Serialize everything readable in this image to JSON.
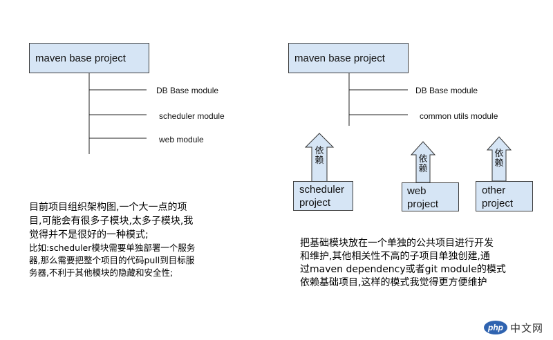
{
  "left_diagram": {
    "root": "maven base project",
    "modules": [
      "DB Base module",
      "scheduler module",
      "web module"
    ]
  },
  "right_diagram": {
    "root": "maven base project",
    "modules": [
      "DB Base module",
      "common utils module"
    ],
    "projects": [
      {
        "line1": "scheduler",
        "line2": "project",
        "arrow_label": [
          "依",
          "赖"
        ]
      },
      {
        "line1": "web",
        "line2": "project",
        "arrow_label": [
          "依",
          "赖"
        ]
      },
      {
        "line1": "other",
        "line2": "project",
        "arrow_label": [
          "依",
          "赖"
        ]
      }
    ]
  },
  "left_text": {
    "lines_large": [
      "目前项目组织架构图,一个大一点的项",
      "目,可能会有很多子模块,太多子模块,我",
      "觉得并不是很好的一种模式;"
    ],
    "lines_small": [
      "比如:scheduler模块需要单独部署一个服务",
      "器,那么需要把整个项目的代码pull到目标服",
      "务器,不利于其他模块的隐藏和安全性;"
    ]
  },
  "right_text": {
    "lines": [
      "把基础模块放在一个单独的公共项目进行开发",
      "和维护,其他相关性不高的子项目单独创建,通",
      "过maven dependency或者git module的模式",
      "依赖基础项目,这样的模式我觉得更方便维护"
    ]
  },
  "watermark": {
    "badge": "php",
    "text": "中文网"
  }
}
